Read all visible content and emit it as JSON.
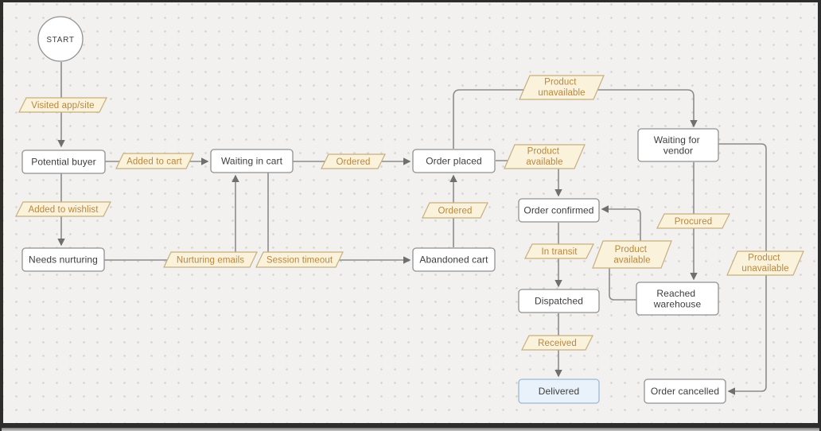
{
  "diagram": {
    "start_label": "START",
    "nodes": {
      "potential_buyer": "Potential buyer",
      "waiting_in_cart": "Waiting in cart",
      "order_placed": "Order placed",
      "needs_nurturing": "Needs nurturing",
      "abandoned_cart": "Abandoned cart",
      "waiting_for_vendor": [
        "Waiting for",
        "vendor"
      ],
      "order_confirmed": "Order confirmed",
      "dispatched": "Dispatched",
      "reached_warehouse": [
        "Reached",
        "warehouse"
      ],
      "delivered": "Delivered",
      "order_cancelled": "Order cancelled"
    },
    "edge_labels": {
      "visited_app_site": "Visited app/site",
      "added_to_cart": "Added to cart",
      "ordered_from_cart": "Ordered",
      "added_to_wishlist": "Added to wishlist",
      "nurturing_emails": "Nurturing emails",
      "session_timeout": "Session timeout",
      "ordered_from_abandoned": "Ordered",
      "product_unavailable_top": [
        "Product",
        "unavailable"
      ],
      "product_available_to_confirm": [
        "Product",
        "available"
      ],
      "procured": "Procured",
      "in_transit": "In transit",
      "product_available_from_warehouse": [
        "Product",
        "available"
      ],
      "received": "Received",
      "product_unavailable_to_cancel": [
        "Product",
        "unavailable"
      ]
    },
    "colors": {
      "canvas_bg": "#f2f1ef",
      "grid_dot": "#d4d4d0",
      "edge_stroke": "#8c8c8c",
      "arrow_fill": "#6f6f6f",
      "node_fill": "#ffffff",
      "node_stroke": "#919191",
      "node_text": "#3d3d3d",
      "label_fill": "#fbf2dc",
      "label_stroke": "#c5af7d",
      "label_text": "#b9873d",
      "delivered_fill": "#e9f1fa",
      "delivered_stroke": "#9db9d7",
      "frame": "#2d2d2d"
    }
  }
}
